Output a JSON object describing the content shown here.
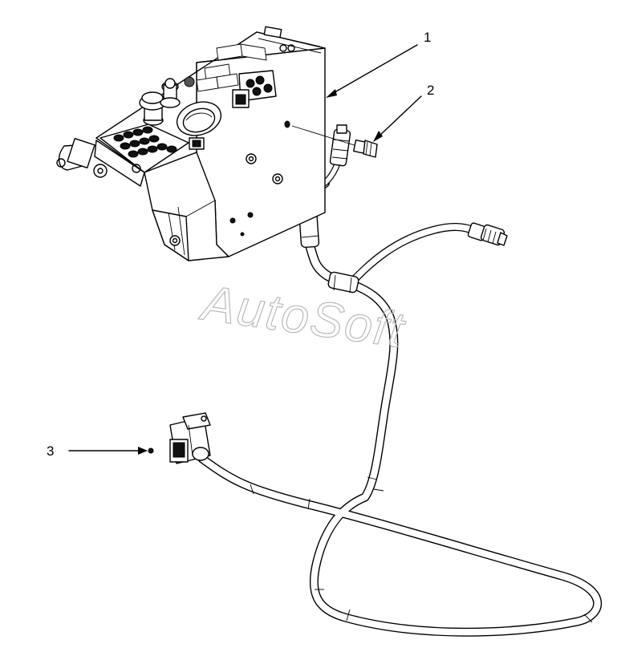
{
  "diagram": {
    "watermark": "AutoSoft",
    "callouts": [
      {
        "id": "1",
        "label": "1"
      },
      {
        "id": "2",
        "label": "2"
      },
      {
        "id": "3",
        "label": "3"
      }
    ],
    "colors": {
      "line": "#000000",
      "background": "#ffffff",
      "watermark": "#b9b9b9"
    }
  }
}
